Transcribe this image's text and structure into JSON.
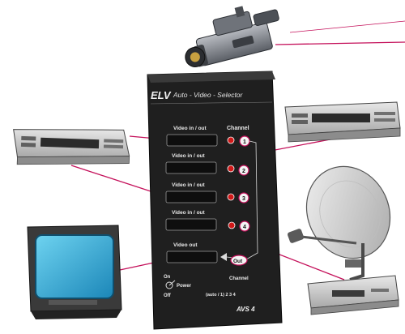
{
  "device": {
    "brand": "ELV",
    "title": "Auto - Video - Selector",
    "model": "AVS 4",
    "channel_header": "Channel",
    "ports": [
      {
        "label": "Video in / out",
        "channel": "1"
      },
      {
        "label": "Video in / out",
        "channel": "2"
      },
      {
        "label": "Video in / out",
        "channel": "3"
      },
      {
        "label": "Video in / out",
        "channel": "4"
      }
    ],
    "video_out_label": "Video out",
    "out_button": "Out",
    "power_label": "Power",
    "on_label": "On",
    "off_label": "Off",
    "channel_footer": "Channel",
    "channel_values": "(auto / 1) 2 3 4"
  },
  "colors": {
    "cable": "#c4105a",
    "device_body": "#1f1f1f",
    "led": "#d01818",
    "screen": "#2aa6d2"
  },
  "peripherals": [
    {
      "name": "camcorder-icon"
    },
    {
      "name": "vcr-icon"
    },
    {
      "name": "vcr-icon"
    },
    {
      "name": "satellite-dish-icon"
    },
    {
      "name": "tv-monitor-icon"
    }
  ]
}
